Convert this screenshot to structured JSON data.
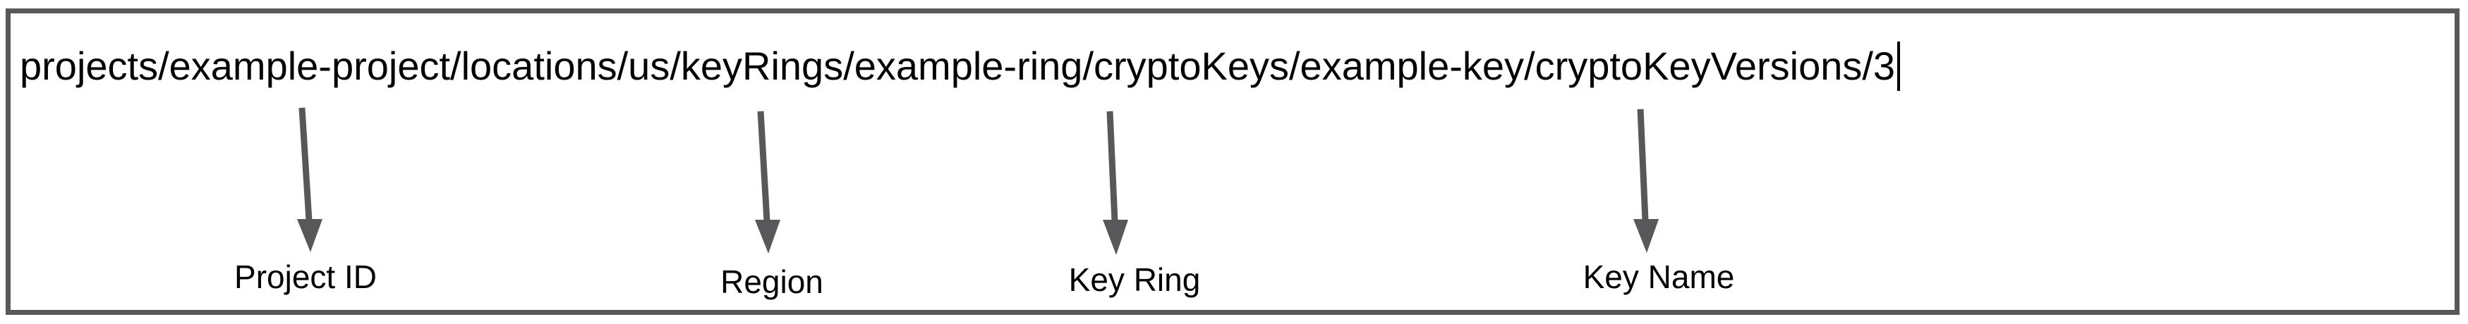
{
  "diagram": {
    "resource_path": "projects/example-project/locations/us/keyRings/example-ring/cryptoKeys/example-key/cryptoKeyVersions/3",
    "text_cursor_visible": true,
    "labels": [
      {
        "id": "project-id",
        "text": "Project ID"
      },
      {
        "id": "region",
        "text": "Region"
      },
      {
        "id": "key-ring",
        "text": "Key Ring"
      },
      {
        "id": "key-name",
        "text": "Key Name"
      }
    ],
    "colors": {
      "border": "#58585a",
      "arrow": "#58585a",
      "text": "#000000",
      "background": "#ffffff"
    }
  }
}
